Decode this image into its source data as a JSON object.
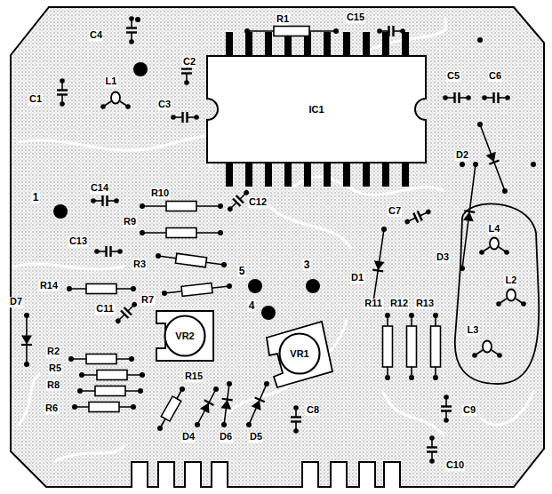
{
  "diagram": {
    "nodes": [
      {
        "text": [
          "IC1"
        ]
      },
      {
        "text": [
          "VR2"
        ]
      },
      {
        "text": [
          "VR1"
        ]
      }
    ],
    "labels": [
      "C4",
      "R1",
      "C15",
      "C2",
      "C1",
      "L1",
      "C3",
      "C5",
      "C6",
      "D2",
      "C14",
      "1",
      "R10",
      "C12",
      "C7",
      "L4",
      "R9",
      "D3",
      "C13",
      "R3",
      "5",
      "3",
      "D1",
      "L2",
      "R14",
      "R7",
      "4",
      "R11",
      "R12",
      "R13",
      "D7",
      "C11",
      "L3",
      "R2",
      "R5",
      "R8",
      "R6",
      "R15",
      "C8",
      "C9",
      "D4",
      "D6",
      "D5",
      "C10"
    ]
  }
}
